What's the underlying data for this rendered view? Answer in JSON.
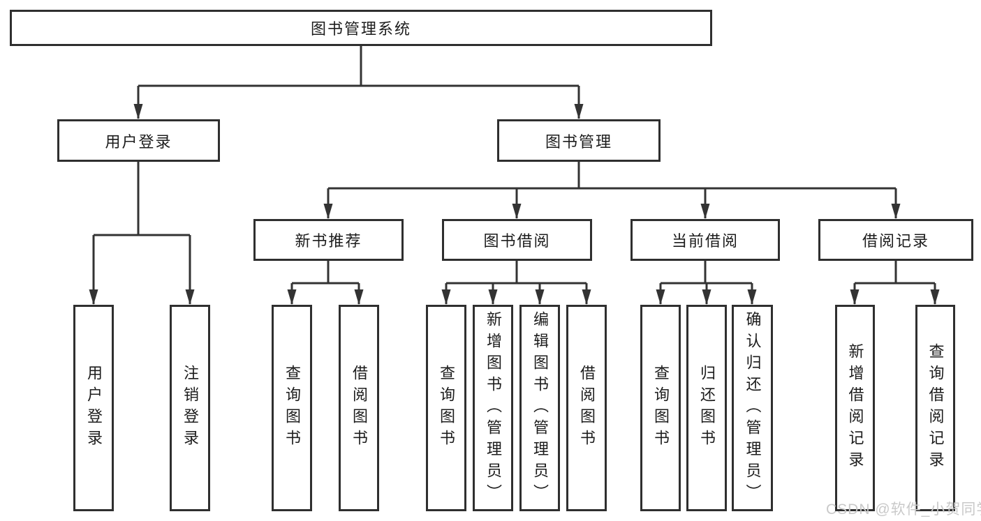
{
  "diagram": {
    "type": "hierarchy-tree",
    "nodes": {
      "root": {
        "label": "图书管理系统"
      },
      "user_login": {
        "label": "用户登录",
        "parent": "root"
      },
      "book_management": {
        "label": "图书管理",
        "parent": "root"
      },
      "new_book_recommend": {
        "label": "新书推荐",
        "parent": "book_management"
      },
      "book_borrowing": {
        "label": "图书借阅",
        "parent": "book_management"
      },
      "current_borrowing": {
        "label": "当前借阅",
        "parent": "book_management"
      },
      "borrowing_records": {
        "label": "借阅记录",
        "parent": "book_management"
      },
      "leaf_user_login": {
        "label": "用户登录",
        "parent": "user_login"
      },
      "leaf_logout": {
        "label": "注销登录",
        "parent": "user_login"
      },
      "leaf_query_book_1": {
        "label": "查询图书",
        "parent": "new_book_recommend"
      },
      "leaf_borrow_book_1": {
        "label": "借阅图书",
        "parent": "new_book_recommend"
      },
      "leaf_query_book_2": {
        "label": "查询图书",
        "parent": "book_borrowing"
      },
      "leaf_add_book": {
        "label": "新增图书（管理员）",
        "parent": "book_borrowing"
      },
      "leaf_edit_book": {
        "label": "编辑图书（管理员）",
        "parent": "book_borrowing"
      },
      "leaf_borrow_book_2": {
        "label": "借阅图书",
        "parent": "book_borrowing"
      },
      "leaf_query_book_3": {
        "label": "查询图书",
        "parent": "current_borrowing"
      },
      "leaf_return_book": {
        "label": "归还图书",
        "parent": "current_borrowing"
      },
      "leaf_confirm_return": {
        "label": "确认归还（管理员）",
        "parent": "current_borrowing"
      },
      "leaf_add_record": {
        "label": "新增借阅记录",
        "parent": "borrowing_records"
      },
      "leaf_query_record": {
        "label": "查询借阅记录",
        "parent": "borrowing_records"
      }
    },
    "colors": {
      "background": "#ffffff",
      "box_border": "#2f2f2f",
      "connector_line": "#333333",
      "text": "#1c1c1c",
      "watermark_text": "#c9c9c9"
    }
  },
  "watermark": {
    "text": "CSDN @软件_小贺同学"
  }
}
